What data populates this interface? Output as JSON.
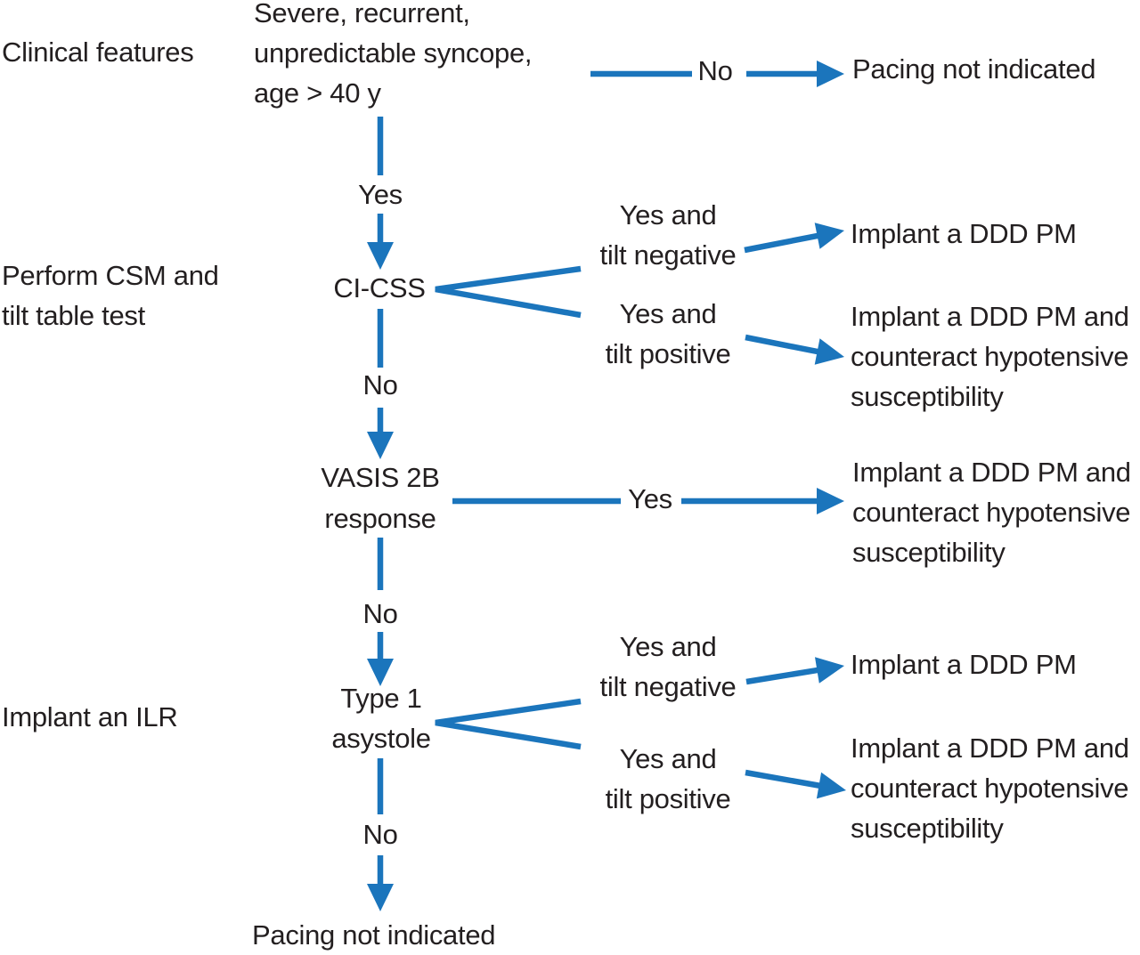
{
  "colors": {
    "arrow_blue": "#1B75BC",
    "text_ink": "#231F20",
    "background": "#FFFFFF"
  },
  "left_labels": {
    "clinical_features": "Clinical features",
    "perform_csm": "Perform CSM and\ntilt table test",
    "implant_ilr": "Implant an ILR"
  },
  "nodes": {
    "condition": "Severe, recurrent,\nunpredictable syncope,\nage > 40 y",
    "ci_css": "CI-CSS",
    "vasis_2b": "VASIS 2B\nresponse",
    "type1_asystole": "Type 1\nasystole"
  },
  "edge_labels": {
    "no_top": "No",
    "yes_1": "Yes",
    "no_2": "No",
    "yes_vasis": "Yes",
    "no_3": "No",
    "no_4": "No",
    "yes_tilt_negative_1": "Yes and\ntilt negative",
    "yes_tilt_positive_1": "Yes and\ntilt positive",
    "yes_tilt_negative_2": "Yes and\ntilt negative",
    "yes_tilt_positive_2": "Yes and\ntilt positive"
  },
  "outcomes": {
    "pacing_not_indicated_top": "Pacing not indicated",
    "implant_ddd_pm_1": "Implant a DDD PM",
    "implant_ddd_counteract_1": "Implant a DDD PM and\ncounteract hypotensive\nsusceptibility",
    "implant_ddd_counteract_2": "Implant a DDD PM and\ncounteract hypotensive\nsusceptibility",
    "implant_ddd_pm_2": "Implant a DDD PM",
    "implant_ddd_counteract_3": "Implant a DDD PM and\ncounteract hypotensive\nsusceptibility",
    "pacing_not_indicated_bottom": "Pacing not indicated"
  }
}
